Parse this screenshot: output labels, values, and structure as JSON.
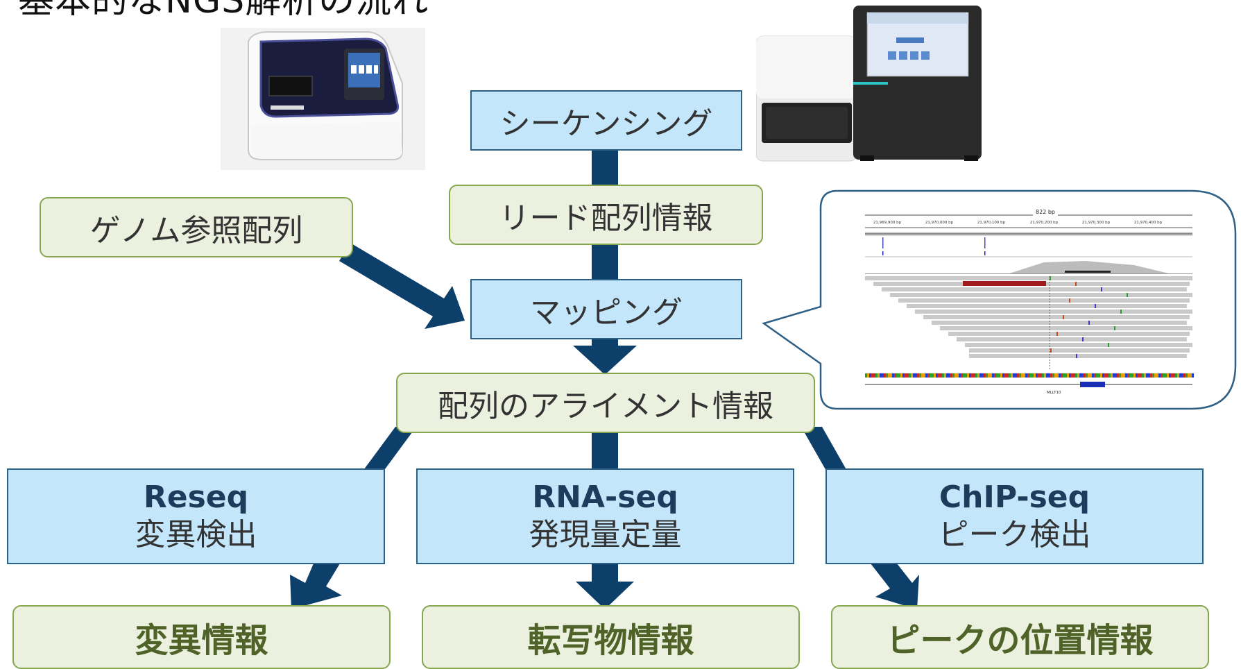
{
  "title": "基本的なNGS解析の流れ",
  "nodes": {
    "sequencing": "シーケンシング",
    "read_info": "リード配列情報",
    "genome_ref": "ゲノム参照配列",
    "mapping": "マッピング",
    "alignment_info": "配列のアライメント情報"
  },
  "analyses": [
    {
      "title": "Reseq",
      "subtitle": "変異検出"
    },
    {
      "title": "RNA-seq",
      "subtitle": "発現量定量"
    },
    {
      "title": "ChIP-seq",
      "subtitle": "ピーク検出"
    }
  ],
  "results": [
    "変異情報",
    "転写物情報",
    "ピークの位置情報"
  ],
  "colors": {
    "arrow": "#0d3f6b",
    "blue_box_fill": "#c3e6fb",
    "blue_box_border": "#2e5f85",
    "green_box_fill": "#ebf1de",
    "green_box_border": "#86a64f",
    "result_text": "#4f6228"
  },
  "genome_view": {
    "span_label": "822 bp",
    "ticks": [
      "21,969,900 bp",
      "21,970,000 bp",
      "21,970,100 bp",
      "21,970,200 bp",
      "21,970,300 bp",
      "21,970,400 bp"
    ],
    "gene_label": "MLLT10"
  }
}
